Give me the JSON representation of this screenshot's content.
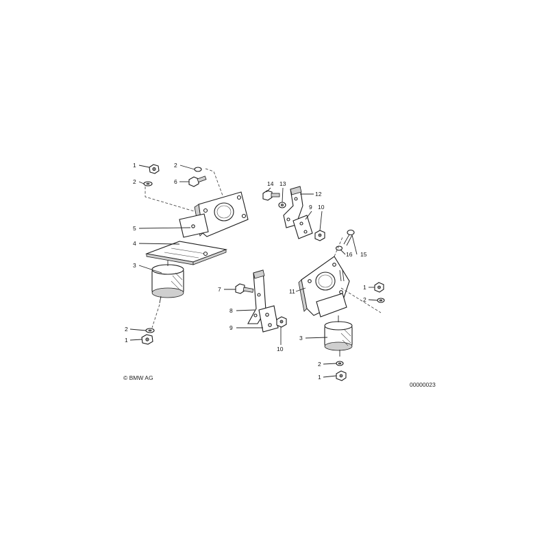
{
  "diagram": {
    "copyright": "© BMW AG",
    "drawing_number": "00000023",
    "callouts": {
      "left_1a": "1",
      "left_2a": "2",
      "left_2b": "2",
      "left_6": "6",
      "left_5": "5",
      "left_4": "4",
      "left_3": "3",
      "left_2c": "2",
      "left_1b": "1",
      "mid_7": "7",
      "mid_8": "8",
      "mid_9": "9",
      "mid_10": "10",
      "top_14": "14",
      "top_13": "13",
      "top_12": "12",
      "top_9": "9",
      "top_10": "10",
      "right_16": "16",
      "right_15": "15",
      "right_11": "11",
      "right_1a": "1",
      "right_2a": "2",
      "right_3": "3",
      "right_2b": "2",
      "right_1b": "1"
    }
  }
}
